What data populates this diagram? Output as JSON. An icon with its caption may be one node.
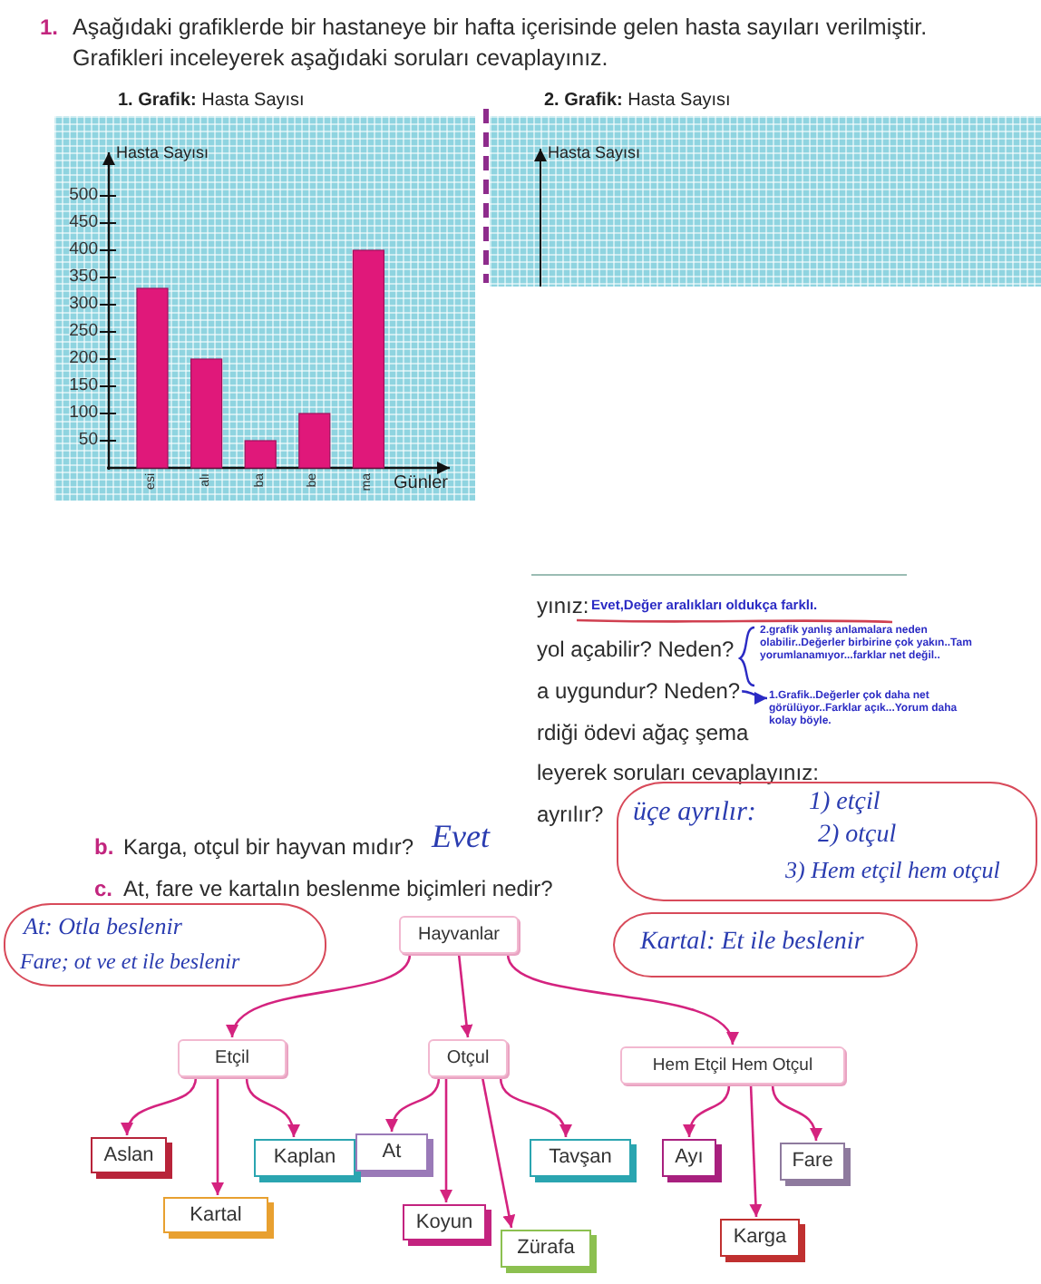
{
  "diagram": {
    "nodes": [
      {
        "text": [
          "a uygundur? Neden?"
        ]
      },
      {
        "text": [
          "1.Grafik..Değerler çok daha net görülüyor..Farklar açık...Yorum daha kolay böyle."
        ]
      },
      {
        "text": [
          "üçe ayrılır:",
          "1) etçil",
          "2) otçul",
          "3) Hem etçil hem otçul"
        ]
      },
      {
        "text": [
          "At: Otla beslenir",
          "Fare; ot ve et ile beslenir"
        ]
      },
      {
        "text": [
          "Hayvanlar"
        ]
      },
      {
        "text": [
          "Kartal: Et ile beslenir"
        ]
      },
      {
        "text": [
          "Etçil"
        ]
      },
      {
        "text": [
          "Otçul"
        ]
      },
      {
        "text": [
          "Hem Etçil Hem Otçul"
        ]
      },
      {
        "text": [
          "Aslan"
        ]
      },
      {
        "text": [
          "Kaplan"
        ]
      },
      {
        "text": [
          "At"
        ]
      },
      {
        "text": [
          "Tavşan"
        ]
      },
      {
        "text": [
          "Ayı"
        ]
      },
      {
        "text": [
          "Fare"
        ]
      },
      {
        "text": [
          "Kartal"
        ]
      },
      {
        "text": [
          "Koyun"
        ]
      },
      {
        "text": [
          "Zürafa"
        ]
      },
      {
        "text": [
          "Karga"
        ]
      }
    ],
    "edges": [
      {
        "from": 0,
        "to": 1,
        "arrow": "to",
        "color": "#2b2bc4"
      },
      {
        "from": 4,
        "to": 6,
        "arrow": "to"
      },
      {
        "from": 4,
        "to": 7,
        "arrow": "to"
      },
      {
        "from": 4,
        "to": 8,
        "arrow": "to"
      },
      {
        "from": 6,
        "to": 9,
        "arrow": "to"
      },
      {
        "from": 6,
        "to": 15,
        "arrow": "to"
      },
      {
        "from": 6,
        "to": 10,
        "arrow": "to"
      },
      {
        "from": 7,
        "to": 11,
        "arrow": "to"
      },
      {
        "from": 7,
        "to": 16,
        "arrow": "to"
      },
      {
        "from": 7,
        "to": 17,
        "arrow": "to"
      },
      {
        "from": 7,
        "to": 12,
        "arrow": "to"
      },
      {
        "from": 8,
        "to": 13,
        "arrow": "to"
      },
      {
        "from": 8,
        "to": 18,
        "arrow": "to"
      },
      {
        "from": 8,
        "to": 14,
        "arrow": "to"
      }
    ],
    "labels": [
      "1.",
      "Aşağıdaki grafiklerde bir hastaneye bir hafta içerisinde gelen hasta sayıları verilmiştir. Grafikleri inceleyerek aşağıdaki soruları cevaplayınız.",
      "**2. Grafik:** Hasta Sayısı",
      "Hasta Sayısı",
      "yınız:",
      "Evet,Değer aralıkları oldukça farklı.",
      "yol açabilir? Neden?",
      "2.grafik yanlış anlamalara neden olabilir..Değerler birbirine çok yakın..Tam yorumlanamıyor...farklar net değil..",
      "rdiği ödevi ağaç şema",
      "leyerek soruları cevaplayınız:",
      "ayrılır?",
      "b.",
      "Karga, otçul bir hayvan mıdır?",
      "Evet",
      "c.",
      "At, fare ve kartalın beslenme biçimleri nedir?"
    ],
    "chart_data": {
      "type": "bar",
      "title": "**1. Grafik:** Hasta Sayısı",
      "xlabel": "Günler",
      "ylabel": "Hasta Sayısı",
      "categories": [
        "esi",
        "alı",
        "ba",
        "be",
        "ma"
      ],
      "series": [
        {
          "color": "#e0187a",
          "values": [
            330,
            200,
            50,
            100,
            400
          ]
        }
      ],
      "ylim": [
        0,
        580
      ],
      "yticks": [
        50,
        100,
        150,
        200,
        250,
        300,
        350,
        400,
        450,
        500
      ]
    }
  }
}
